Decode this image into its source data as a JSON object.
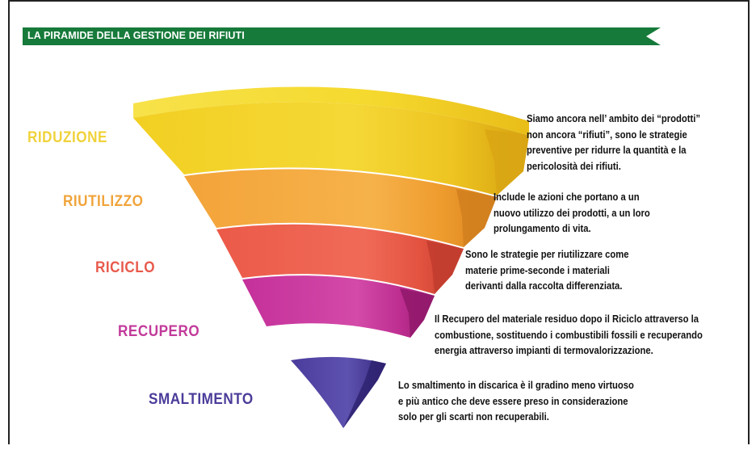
{
  "title": "LA PIRAMIDE DELLA GESTIONE DEI RIFIUTI",
  "colors": {
    "banner": "#167a3a",
    "riduzione": "#f2d02a",
    "riutilizzo": "#f2a53a",
    "riciclo": "#ec6452",
    "recupero": "#c8389a",
    "smaltimento": "#4a3c9a"
  },
  "levels": [
    {
      "label": "RIDUZIONE",
      "lines": [
        "Siamo ancora nell’ ambito dei “prodotti”",
        "non ancora “rifiuti”, sono le strategie",
        "preventive per ridurre la quantità e la",
        "pericolosità dei rifiuti."
      ]
    },
    {
      "label": "RIUTILIZZO",
      "lines": [
        "Include le azioni che portano a un",
        "nuovo utilizzo dei prodotti, a un loro",
        "prolungamento di vita."
      ]
    },
    {
      "label": "RICICLO",
      "lines": [
        "Sono le strategie per riutilizzare come",
        "materie prime-seconde i materiali",
        "derivanti dalla raccolta differenziata."
      ]
    },
    {
      "label": "RECUPERO",
      "lines": [
        "Il Recupero del materiale residuo dopo il Riciclo attraverso la",
        "combustione, sostituendo i combustibili fossili e recuperando",
        "energia attraverso impianti di termovalorizzazione."
      ]
    },
    {
      "label": "SMALTIMENTO",
      "lines": [
        "Lo smaltimento in discarica è il gradino meno virtuoso",
        "e più antico che deve essere preso in considerazione",
        "solo per gli scarti non recuperabili."
      ]
    }
  ]
}
